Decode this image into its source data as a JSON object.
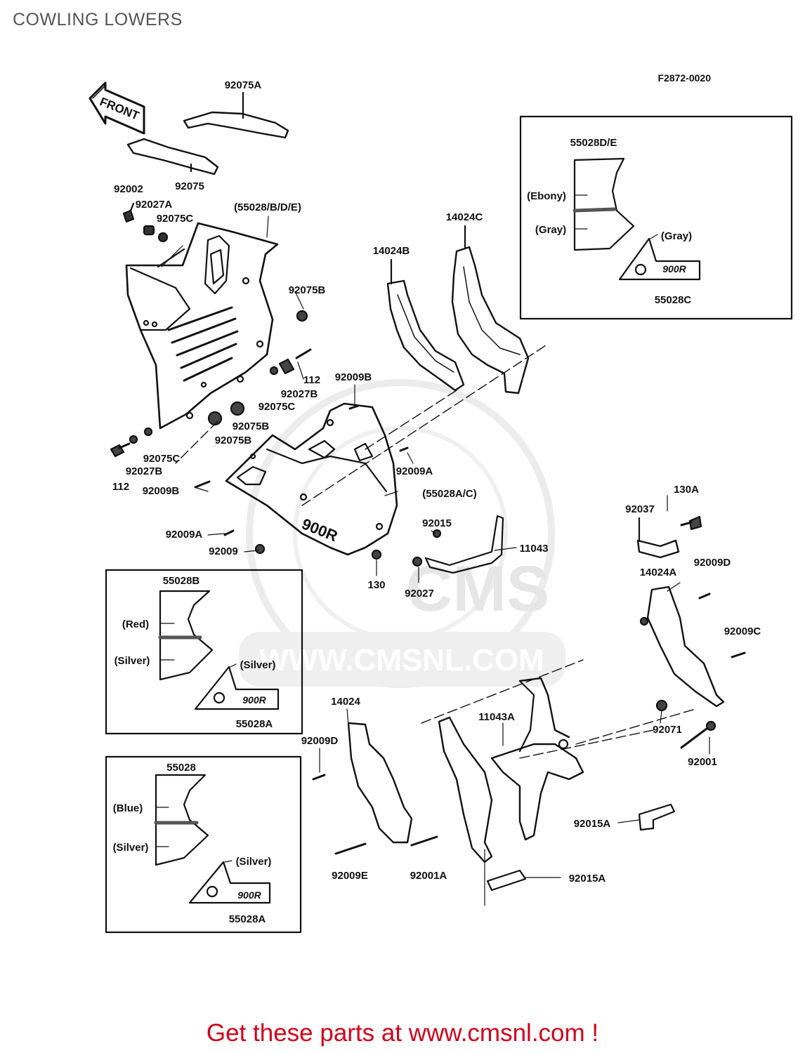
{
  "title": "COWLING LOWERS",
  "figure_code": "F2872-0020",
  "front_label": "FRONT",
  "watermark": {
    "logo": "CMS",
    "url": "WWW.CMSNL.COM"
  },
  "parts": {
    "p92075A": "92075A",
    "p92075": "92075",
    "p92002": "92002",
    "p92027A": "92027A",
    "p92075C_a": "92075C",
    "p55028BDE": "(55028/B/D/E)",
    "p14024B": "14024B",
    "p14024C": "14024C",
    "p92075B_a": "92075B",
    "p112_a": "112",
    "p92027B_a": "92027B",
    "p92009B_a": "92009B",
    "p92075C_b": "92075C",
    "p92075B_b": "92075B",
    "p92075B_c": "92075B",
    "p92075C_c": "92075C",
    "p92027B_b": "92027B",
    "p112_b": "112",
    "p92009B_b": "92009B",
    "p92009A_a": "92009A",
    "p55028AC": "(55028A/C)",
    "p92009A_b": "92009A",
    "p92009": "92009",
    "p92015": "92015",
    "p11043": "11043",
    "p130": "130",
    "p92027": "92027",
    "p130A": "130A",
    "p92037": "92037",
    "p92009D_a": "92009D",
    "p14024A": "14024A",
    "p92009C": "92009C",
    "p14024": "14024",
    "p11043A": "11043A",
    "p92009D_b": "92009D",
    "p92071": "92071",
    "p92001": "92001",
    "p92015A_a": "92015A",
    "p92009E": "92009E",
    "p92001A": "92001A",
    "p92015A_b": "92015A"
  },
  "inset_top": {
    "part": "55028D/E",
    "color1": "(Ebony)",
    "color2": "(Gray)",
    "decal_color": "(Gray)",
    "decal_part": "55028C",
    "decal_text": "900R"
  },
  "inset_mid": {
    "part": "55028B",
    "color1": "(Red)",
    "color2": "(Silver)",
    "decal_color": "(Silver)",
    "decal_part": "55028A",
    "decal_text": "900R"
  },
  "inset_bot": {
    "part": "55028",
    "color1": "(Blue)",
    "color2": "(Silver)",
    "decal_color": "(Silver)",
    "decal_part": "55028A",
    "decal_text": "900R"
  },
  "cowl_badge": "900R",
  "footer": "Get these parts at www.cmsnl.com !"
}
